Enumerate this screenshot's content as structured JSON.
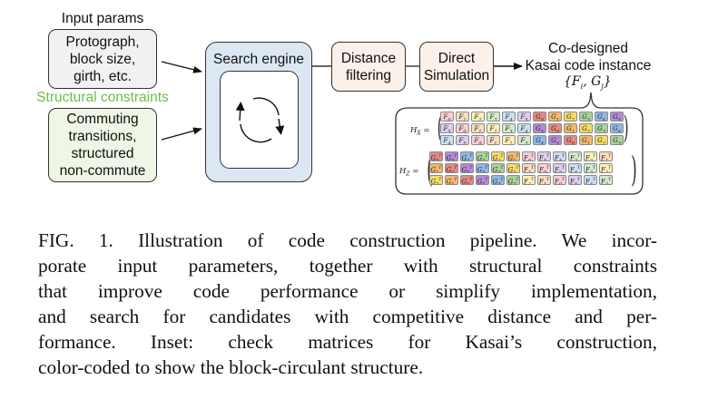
{
  "diagram": {
    "input_params": {
      "title": "Input params",
      "lines": [
        "Protograph,",
        "block size,",
        "girth, etc."
      ],
      "fill": "#f1f1f2"
    },
    "structural_constraints": {
      "title": "Structural constraints",
      "title_color": "#6cbf4a",
      "lines": [
        "Commuting",
        "transitions,",
        "structured",
        "non-commute"
      ],
      "fill": "#eef6e6"
    },
    "search_engine": {
      "title": "Search engine",
      "fill": "#dce7f4",
      "icon": "cycle-arrows-icon"
    },
    "distance_filtering": {
      "lines": [
        "Distance",
        "filtering"
      ],
      "fill": "#fbf1e8"
    },
    "direct_simulation": {
      "lines": [
        "Direct",
        "Simulation"
      ],
      "fill": "#fbf1e8"
    },
    "output": {
      "lines": [
        "Co-designed",
        "Kasai code instance"
      ],
      "math": "{F_i, G_j}"
    },
    "inset": {
      "hx_label": "H_X =",
      "hz_label": "H_Z =",
      "hx_rows": [
        [
          "F0",
          "F1",
          "F2",
          "F3",
          "F4",
          "F5",
          "G0",
          "G1",
          "G2",
          "G3",
          "G4",
          "G5"
        ],
        [
          "F5",
          "F0",
          "F1",
          "F2",
          "F3",
          "F4",
          "G5",
          "G0",
          "G1",
          "G2",
          "G3",
          "G4"
        ],
        [
          "F4",
          "F5",
          "F0",
          "F1",
          "F2",
          "F3",
          "G4",
          "G5",
          "G0",
          "G1",
          "G2",
          "G3"
        ]
      ],
      "hz_rows": [
        [
          "G0T",
          "G5T",
          "G4T",
          "G3T",
          "G2T",
          "G1T",
          "F0T",
          "F5T",
          "F4T",
          "F3T",
          "F2T",
          "F1T"
        ],
        [
          "G1T",
          "G0T",
          "G5T",
          "G4T",
          "G3T",
          "G2T",
          "F1T",
          "F0T",
          "F5T",
          "F4T",
          "F3T",
          "F2T"
        ],
        [
          "G2T",
          "G1T",
          "G0T",
          "G5T",
          "G4T",
          "G3T",
          "F2T",
          "F1T",
          "F0T",
          "F5T",
          "F4T",
          "F3T"
        ]
      ],
      "f_colors": [
        "#f6cfd6",
        "#f9dcc0",
        "#fbf0b8",
        "#d3e9cc",
        "#cadff2",
        "#dfcdef"
      ],
      "g_colors": [
        "#e48a86",
        "#f2b870",
        "#f5dc6a",
        "#a8d39a",
        "#8fb9e6",
        "#b48ad6"
      ]
    }
  },
  "caption": {
    "lines": [
      "FIG. 1. Illustration of code construction pipeline. We incor-",
      "porate input parameters, together with structural constraints",
      "that improve code performance or simplify implementation,",
      "and search for candidates with competitive distance and per-",
      "formance.  Inset:  check matrices for Kasai’s construction,",
      "color-coded to show the block-circulant structure."
    ]
  }
}
